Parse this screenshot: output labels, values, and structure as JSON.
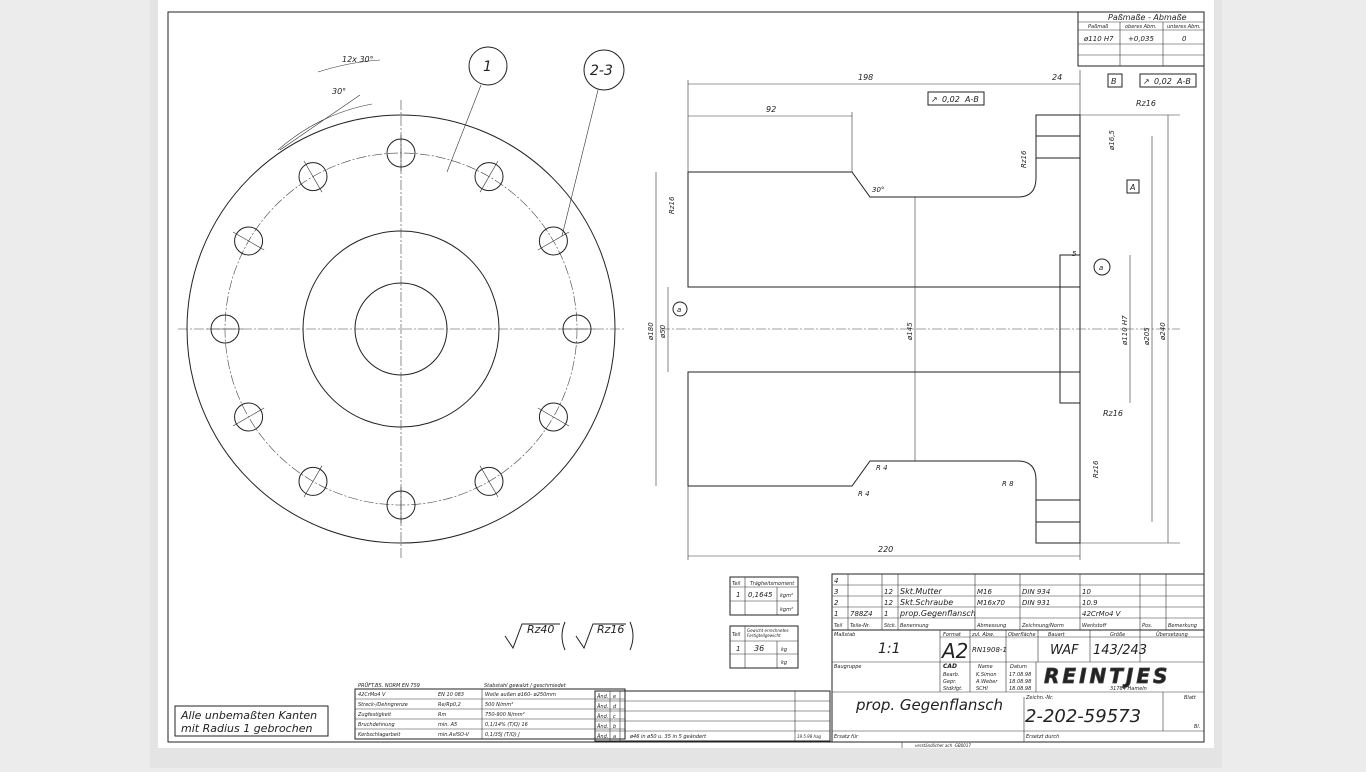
{
  "drawing": {
    "balloons": [
      "1",
      "2-3"
    ],
    "angles": [
      "12x 30°",
      "30°",
      "30°"
    ],
    "dimensions": {
      "d198": "198",
      "d24": "24",
      "d92": "92",
      "d220": "220",
      "phi180": "ø180",
      "phi50": "ø50",
      "phi145": "ø145",
      "phi110": "ø110 H7",
      "phi205": "ø205",
      "phi240": "ø240",
      "phi16_5": "ø16,5",
      "five": "5",
      "r4a": "R 4",
      "r4b": "R 4",
      "r8": "R 8"
    },
    "surface": [
      "Rz16",
      "Rz16",
      "Rz16",
      "Rz16",
      "Rz16"
    ],
    "datums": {
      "a": "A",
      "b": "B",
      "circle_a": "a"
    },
    "tolerances": [
      {
        "sym": "↗",
        "value": "0,02",
        "ref": "A-B"
      },
      {
        "sym": "↗",
        "value": "0,02",
        "ref": "A-B"
      }
    ],
    "general_surface": {
      "main": "Rz40",
      "paren": "Rz16"
    },
    "edge_note": [
      "Alle unbemaßten Kanten",
      "mit Radius 1 gebrochen"
    ]
  },
  "fits_table": {
    "title": "Paßmaße - Abmaße",
    "headers": [
      "Paßmaß",
      "oberes Abm.",
      "unteres Abm."
    ],
    "rows": [
      [
        "ø110 H7",
        "+0,035",
        "0"
      ]
    ]
  },
  "inertia_table": {
    "headers": [
      "Teil",
      "Trägheitsmoment"
    ],
    "rows": [
      [
        "1",
        "0,1645",
        "kgm²"
      ],
      [
        "",
        "",
        "kgm²"
      ]
    ]
  },
  "weight_table": {
    "headers": [
      "Teil",
      "Gewicht errechnetes Fertigteilgewicht"
    ],
    "rows": [
      [
        "1",
        "36",
        "kg"
      ],
      [
        "",
        "",
        "kg"
      ]
    ]
  },
  "material_table": {
    "title": "PRÜFT.BS. NORM EN 759",
    "title2": "Stabstahl gewalzt / geschmiedet",
    "rows": [
      [
        "42CrMo4 V",
        "EN 10 083",
        "Welle außen  ø160- ø250mm"
      ],
      [
        "Streck-/Dehngrenze",
        "Re/Rp0,2",
        "500   N/mm²"
      ],
      [
        "Zugfestigkeit",
        "Rm",
        "750-900   N/mm²"
      ],
      [
        "Bruchdehnung",
        "min. A5",
        "0,1/14%  (T/Q)  16"
      ],
      [
        "Kerbschlagarbeit",
        "min.AvISO-V",
        "0,1/35J  (T/Q)  J"
      ]
    ]
  },
  "revisions": [
    {
      "key": "Änd.",
      "idx": "e",
      "text": "",
      "date": ""
    },
    {
      "key": "Änd.",
      "idx": "d",
      "text": "",
      "date": ""
    },
    {
      "key": "Änd.",
      "idx": "c",
      "text": "",
      "date": ""
    },
    {
      "key": "Änd.",
      "idx": "b",
      "text": "",
      "date": ""
    },
    {
      "key": "Änd.",
      "idx": "a",
      "text": "ø46 in  ø50 u. 35 in 5 geändert",
      "date": "19.5.98 hag"
    }
  ],
  "parts_list": {
    "headers": [
      "Teil",
      "Teile-Nr.",
      "Stck.",
      "Benennung",
      "Abmessung",
      "Zeichnung/Norm",
      "Werkstoff",
      "Pos.",
      "Bemerkung"
    ],
    "rows": [
      [
        "4",
        "",
        "",
        "",
        "",
        "",
        "",
        "",
        ""
      ],
      [
        "3",
        "",
        "12",
        "Skt.Mutter",
        "M16",
        "DIN 934",
        "10",
        "",
        ""
      ],
      [
        "2",
        "",
        "12",
        "Skt.Schraube",
        "M16x70",
        "DIN 931",
        "10.9",
        "",
        ""
      ],
      [
        "1",
        "788Z4",
        "1",
        "prop.Gegenflansch",
        "",
        "",
        "42CrMo4 V",
        "",
        ""
      ]
    ]
  },
  "title_block": {
    "massstab_label": "Maßstab",
    "massstab": "1:1",
    "format_label": "Format",
    "format": "A2",
    "zul_abw_label": "zul. Abw.",
    "zul_abw": "RN1908-1",
    "oberflaeche_label": "Oberfläche",
    "bauart_label": "Bauart",
    "bauart": "WAF",
    "groesse_label": "Größe",
    "groesse": "143/243",
    "uebersetzung_label": "Übersetzung",
    "baugruppe_label": "Baugruppe",
    "cad": "CAD",
    "name_label": "Name",
    "datum_label": "Datum",
    "people": [
      [
        "Bearb.",
        "K.Simon",
        "17.08.98"
      ],
      [
        "Gepr.",
        "A.Weber",
        "18.08.98"
      ],
      [
        "Stdkfgt.",
        "SCHI",
        "18.08.98"
      ]
    ],
    "company": "REINTJES",
    "city": "31784 Hameln",
    "title": "prop. Gegenflansch",
    "zeichnr_label": "Zeichn.-Nr.",
    "zeichnr": "2-202-59573",
    "blatt_label": "Blatt",
    "blatt": "Bl.",
    "ersatz_fuer": "Ersatz für",
    "ersetzt_durch": "Ersetzt durch",
    "footer": "verständlicher ach   -GB0017"
  }
}
